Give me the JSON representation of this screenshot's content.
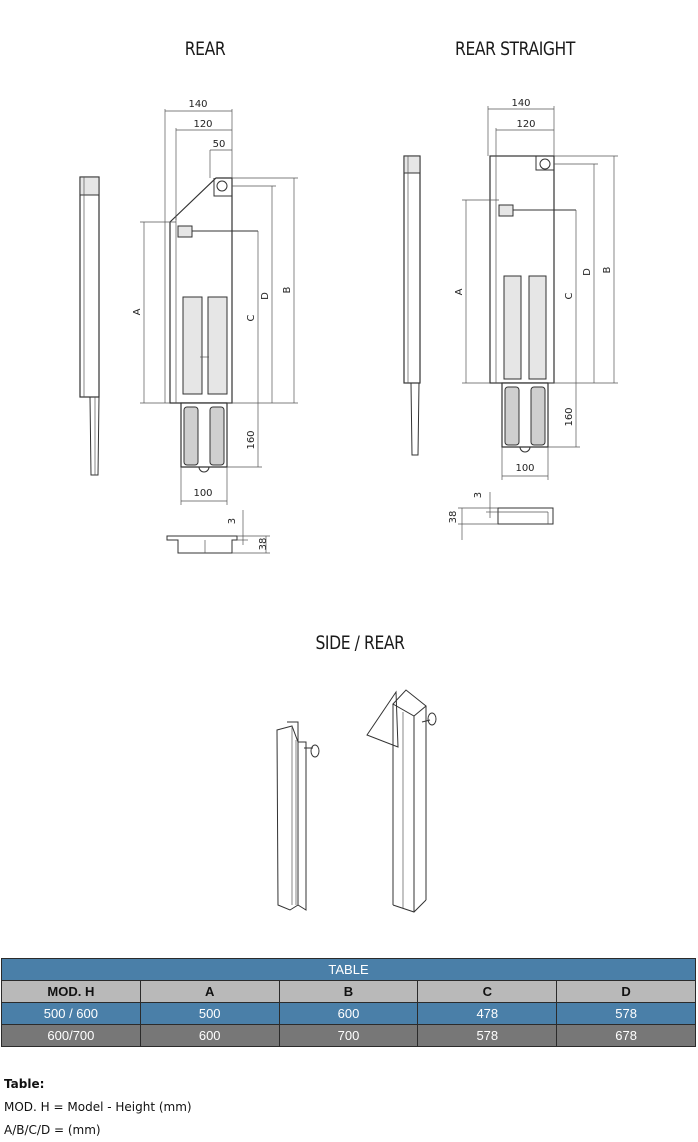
{
  "headings": {
    "rear": "REAR",
    "rear_straight": "REAR STRAIGHT",
    "side_rear": "SIDE / REAR"
  },
  "dimensions": {
    "rear": {
      "w140": "140",
      "w120": "120",
      "w50": "50",
      "a": "A",
      "b": "B",
      "c": "C",
      "d": "D",
      "h160": "160",
      "w100": "100",
      "t3": "3",
      "h38": "38"
    },
    "straight": {
      "w140": "140",
      "w120": "120",
      "a": "A",
      "b": "B",
      "c": "C",
      "d": "D",
      "h160": "160",
      "w100": "100",
      "t3": "3",
      "h38": "38"
    }
  },
  "table": {
    "title": "TABLE",
    "headers": [
      "MOD. H",
      "A",
      "B",
      "C",
      "D"
    ],
    "rows": [
      [
        "500 / 600",
        "500",
        "600",
        "478",
        "578"
      ],
      [
        "600/700",
        "600",
        "700",
        "578",
        "678"
      ]
    ],
    "row_colors": [
      "#4a7fa8",
      "#777777"
    ]
  },
  "notes": {
    "title": "Table:",
    "line1": "MOD. H = Model - Height (mm)",
    "line2": "A/B/C/D = (mm)"
  }
}
